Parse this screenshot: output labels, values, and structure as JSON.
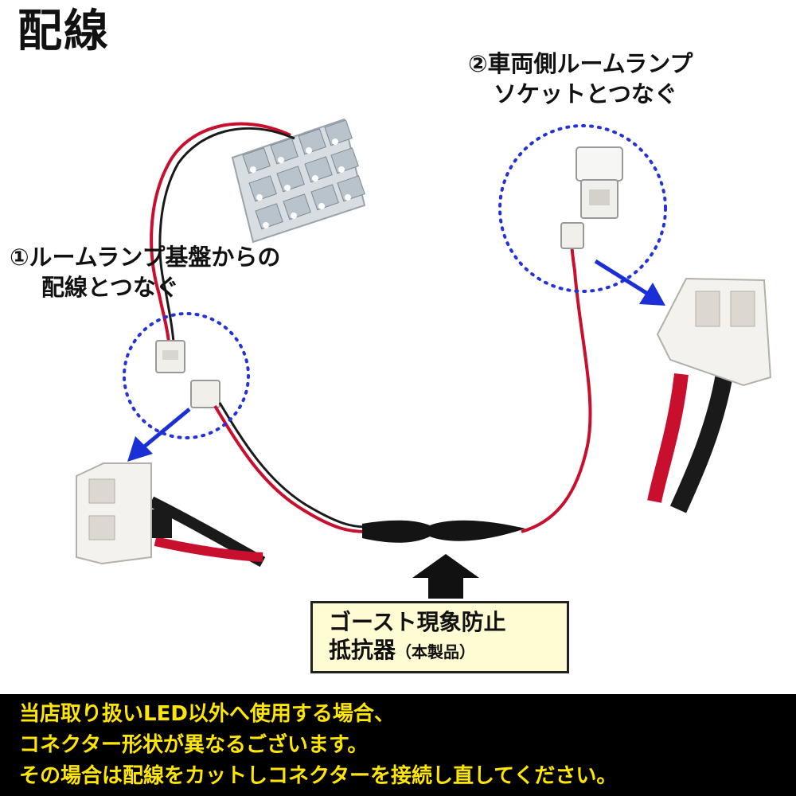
{
  "title": "配線",
  "step1": {
    "line1": "①ルームランプ基盤からの",
    "line2": "配線とつなぐ"
  },
  "step2": {
    "line1": "②車両側ルームランプ",
    "line2": "ソケットとつなぐ"
  },
  "resistor_label": {
    "line1": "ゴースト現象防止",
    "line2": "抵抗器",
    "note": "（本製品）"
  },
  "notice": {
    "line1": "当店取り扱いLED以外へ使用する場合、",
    "line2": "コネクター形状が異なるございます。",
    "line3": "その場合は配線をカットしコネクターを接続し直してください。"
  },
  "colors": {
    "notice_bg": "#000000",
    "notice_text": "#ffe600",
    "label_bg": "#fffbd2",
    "arrow_blue": "#1a2fd6",
    "dotted_circle": "#2433d8",
    "wire_red": "#c8102e",
    "wire_black": "#1a1a1a"
  }
}
